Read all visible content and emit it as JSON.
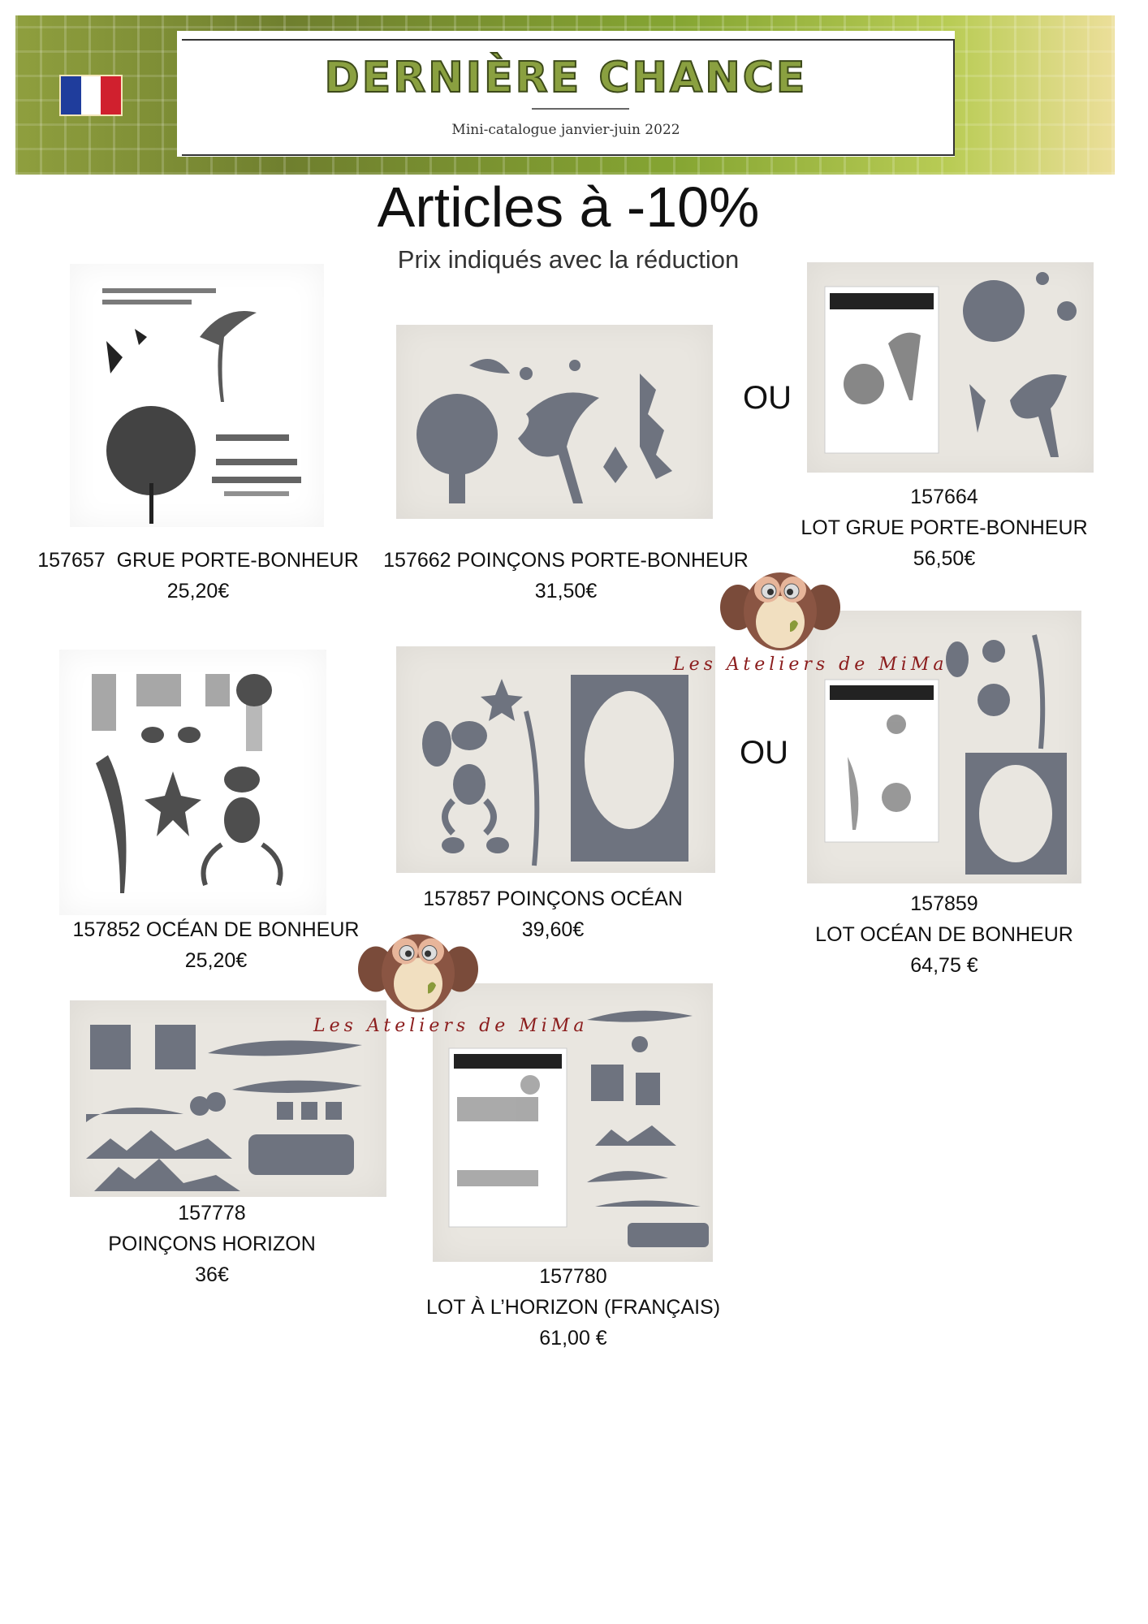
{
  "banner": {
    "title": "DERNIÈRE CHANCE",
    "subtitle": "Mini-catalogue janvier-juin 2022",
    "flag_colors": [
      "#1f3d9c",
      "#ffffff",
      "#d0202e"
    ]
  },
  "heading": {
    "title": "Articles à -10%",
    "subtitle": "Prix indiqués avec la réduction"
  },
  "or_label": "OU",
  "watermark": "Les Ateliers de MiMa",
  "colors": {
    "die_gray": "#6e737f",
    "paper": "#e9e6e0",
    "watermark_red": "#8b1c1c",
    "banner_green": "#85a532"
  },
  "products": [
    {
      "code": "157657",
      "name": "GRUE PORTE-BONHEUR",
      "price": "25,20€"
    },
    {
      "code": "157662",
      "name": "POINÇONS PORTE-BONHEUR",
      "price": "31,50€"
    },
    {
      "code": "157664",
      "name": "LOT GRUE PORTE-BONHEUR",
      "price": "56,50€"
    },
    {
      "code": "157852",
      "name": "OCÉAN DE BONHEUR",
      "price": "25,20€"
    },
    {
      "code": "157857",
      "name": "POINÇONS OCÉAN",
      "price": "39,60€"
    },
    {
      "code": "157859",
      "name": "LOT OCÉAN DE BONHEUR",
      "price": "64,75 €"
    },
    {
      "code": "157778",
      "name": "POINÇONS HORIZON",
      "price": "36€"
    },
    {
      "code": "157780",
      "name": "LOT À L’HORIZON (FRANÇAIS)",
      "price": "61,00 €"
    }
  ]
}
